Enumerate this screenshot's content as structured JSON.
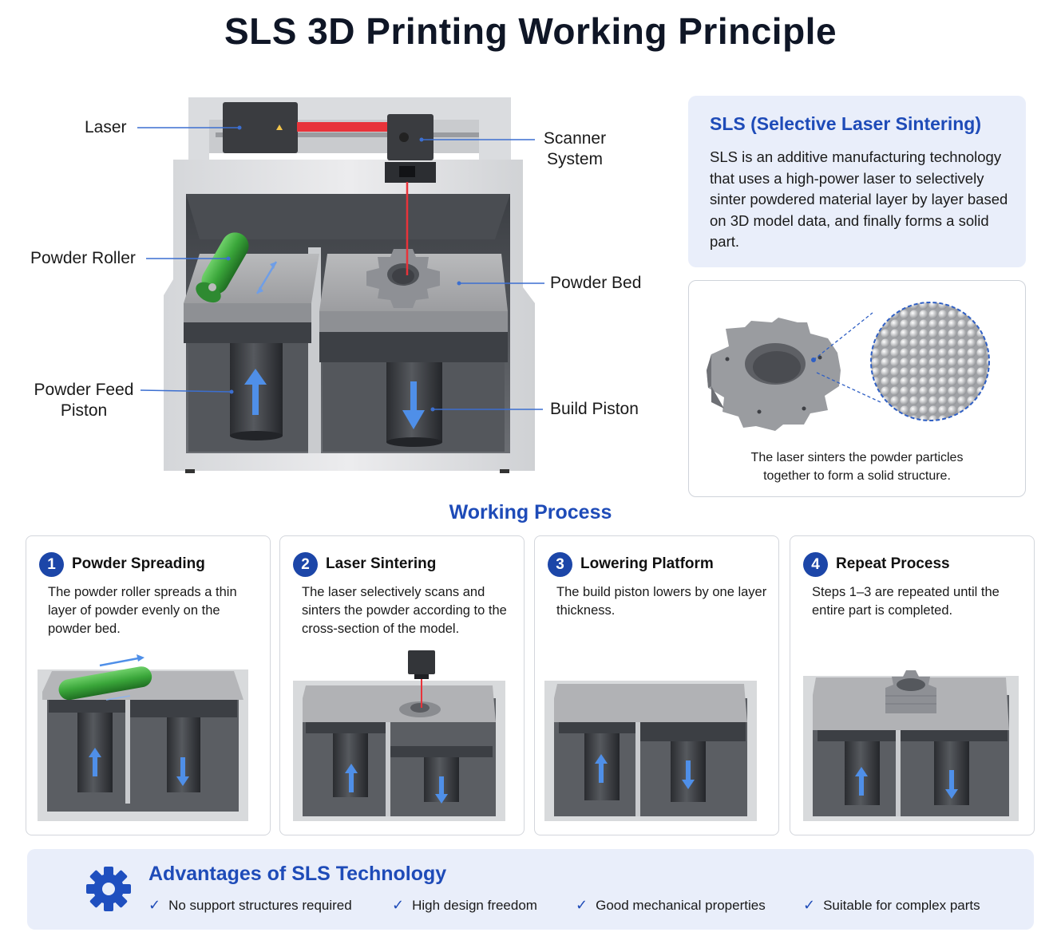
{
  "title": "SLS 3D Printing Working Principle",
  "callouts": {
    "laser": "Laser",
    "scanner_line1": "Scanner",
    "scanner_line2": "System",
    "powder_roller": "Powder Roller",
    "powder_bed": "Powder Bed",
    "powder_feed_line1": "Powder Feed",
    "powder_feed_line2": "Piston",
    "build_piston": "Build Piston"
  },
  "info": {
    "heading": "SLS (Selective Laser Sintering)",
    "body": "SLS is an additive manufacturing technology that uses a high-power laser to selectively sinter powdered material layer by layer based on 3D model data, and finally forms a solid part."
  },
  "detail": {
    "caption_line1": "The laser sinters the powder particles",
    "caption_line2": "together to form a solid structure."
  },
  "process": {
    "title": "Working Process",
    "steps": [
      {
        "num": "1",
        "title": "Powder Spreading",
        "desc": "The powder roller spreads a thin layer of powder evenly on the powder bed."
      },
      {
        "num": "2",
        "title": "Laser Sintering",
        "desc": "The laser selectively scans and sinters the powder according to the cross-section of the model."
      },
      {
        "num": "3",
        "title": "Lowering Platform",
        "desc": "The build piston lowers by one layer thickness."
      },
      {
        "num": "4",
        "title": "Repeat Process",
        "desc": "Steps 1–3 are repeated until the entire part is completed."
      }
    ]
  },
  "advantages": {
    "title": "Advantages of SLS Technology",
    "items": [
      "No support structures required",
      "High design freedom",
      "Good mechanical properties",
      "Suitable for complex parts"
    ]
  },
  "colors": {
    "accent_blue": "#1e4bb8",
    "arrow_blue": "#4f8fe8",
    "laser_red": "#e8333a",
    "roller_green": "#3aa63a",
    "panel_bg": "#e9eefa"
  },
  "icons": {
    "advantages": "gear-icon",
    "check": "check-icon"
  }
}
